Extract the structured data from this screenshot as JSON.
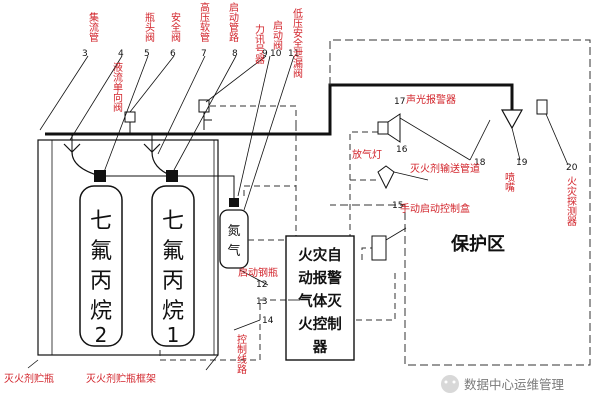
{
  "top_labels": {
    "manifold": "集流管",
    "check_valve": "液流单向阀",
    "cylinder_valve": "瓶头阀",
    "safety_valve": "安全阀",
    "hose": "高压软管",
    "start_pipe": "启动管路",
    "pressure_switch": "力讯号器",
    "start_valve": "启动阀",
    "relief_valve": "低压安全泄漏阀"
  },
  "numbers": [
    "3",
    "4",
    "5",
    "6",
    "7",
    "8",
    "9",
    "10",
    "11",
    "12",
    "13",
    "14",
    "15",
    "16",
    "17",
    "18",
    "19",
    "20",
    "1",
    "2"
  ],
  "cylinders": {
    "left": [
      "七",
      "氟",
      "丙",
      "烷",
      "2"
    ],
    "right": [
      "七",
      "氟",
      "丙",
      "烷",
      "1"
    ]
  },
  "nitrogen": [
    "氮",
    "气"
  ],
  "controller": [
    "火灾自",
    "动报警",
    "气体灭",
    "火控制",
    "器"
  ],
  "protection_area": "保护区",
  "right_labels": {
    "alarm": "声光报警器",
    "strobe": "放气灯",
    "pipe": "灭火剂输送管道",
    "nozzle": "喷嘴",
    "manual": "手动启动控制盒",
    "detector": "火灾探测器"
  },
  "bottom_labels": {
    "start_cylinder": "启动钢瓶",
    "control_line": "控制线路",
    "storage": "灭火剂贮瓶",
    "frame": "灭火剂贮瓶框架"
  },
  "watermark": "数据中心运维管理"
}
